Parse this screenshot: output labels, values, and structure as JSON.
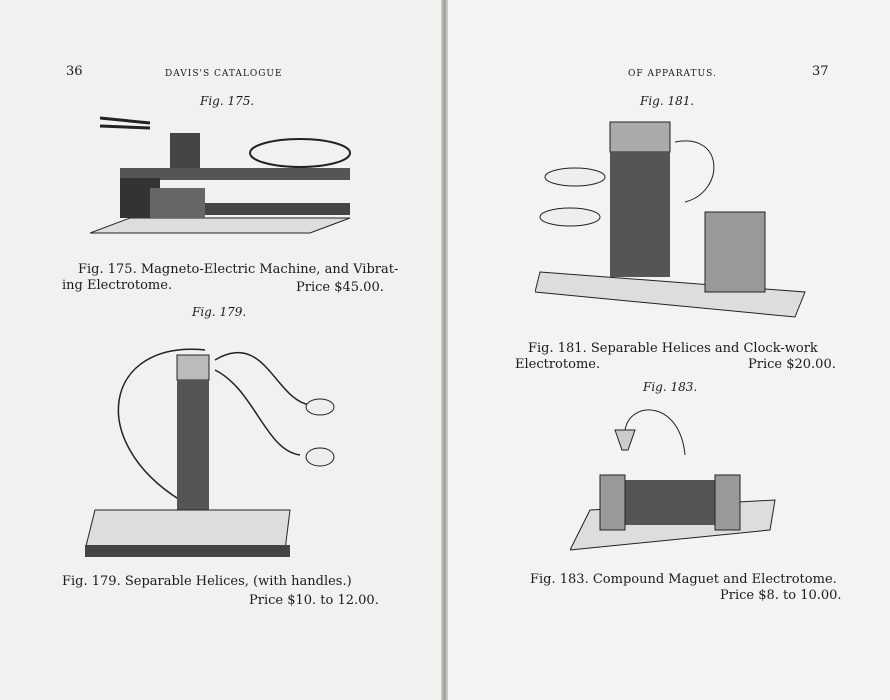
{
  "left_page": {
    "page_number": "36",
    "running_head": "DAVIS'S CATALOGUE",
    "figures": [
      {
        "label": "Fig. 175.",
        "caption_line1": "Fig. 175.   Magneto-Electric Machine, and Vibrat-",
        "caption_line2": "ing Electrotome.",
        "price": "Price $45.00."
      },
      {
        "label": "Fig. 179.",
        "caption_line1": "Fig. 179.   Separable Helices, (with handles.)",
        "price": "Price $10. to 12.00."
      }
    ]
  },
  "right_page": {
    "page_number": "37",
    "running_head": "OF APPARATUS.",
    "figures": [
      {
        "label": "Fig. 181.",
        "caption_line1": "Fig. 181.   Separable Helices and Clock-work",
        "caption_line2": "Electrotome.",
        "price": "Price $20.00."
      },
      {
        "label": "Fig. 183.",
        "caption_line1": "Fig. 183.   Compound Maguet and Electrotome.",
        "price": "Price $8. to 10.00."
      }
    ]
  }
}
